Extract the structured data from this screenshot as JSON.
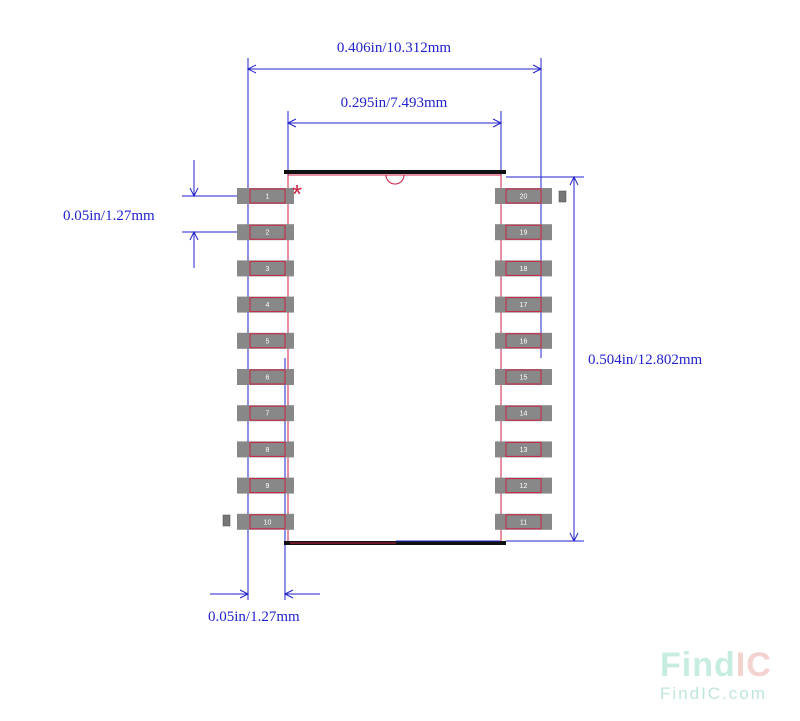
{
  "dimensions": {
    "overall_width": "0.406in/10.312mm",
    "body_width": "0.295in/7.493mm",
    "pin_pitch": "0.05in/1.27mm",
    "body_length": "0.504in/12.802mm",
    "pad_offset": "0.05in/1.27mm"
  },
  "pins": {
    "left": [
      "1",
      "2",
      "3",
      "4",
      "5",
      "6",
      "7",
      "8",
      "9",
      "10"
    ],
    "right": [
      "20",
      "19",
      "18",
      "17",
      "16",
      "15",
      "14",
      "13",
      "12",
      "11"
    ]
  },
  "pin1_marker": "*",
  "colors": {
    "dimension": "#2222cc",
    "outline": "#cc2244",
    "body_edge": "#111111",
    "pad": "#888888",
    "pad_outline": "#cc2244"
  },
  "logo": {
    "brand_find": "Find",
    "brand_ic": "IC",
    "url": "FindIC.com"
  }
}
